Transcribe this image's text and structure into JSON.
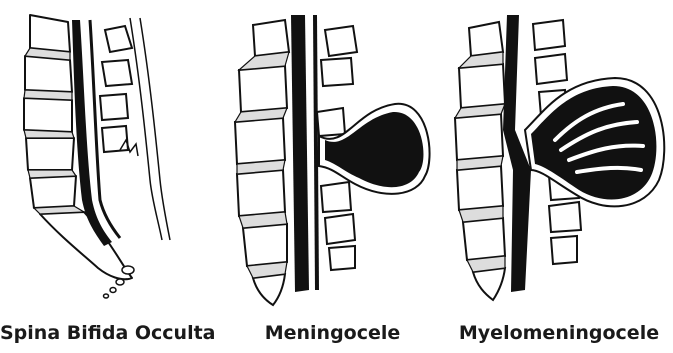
{
  "captions": {
    "occulta": "Spina Bifida Occulta",
    "meningocele": "Meningocele",
    "myelomeningocele": "Myelomeningocele"
  },
  "colors": {
    "ink": "#111111",
    "paper": "#ffffff"
  }
}
